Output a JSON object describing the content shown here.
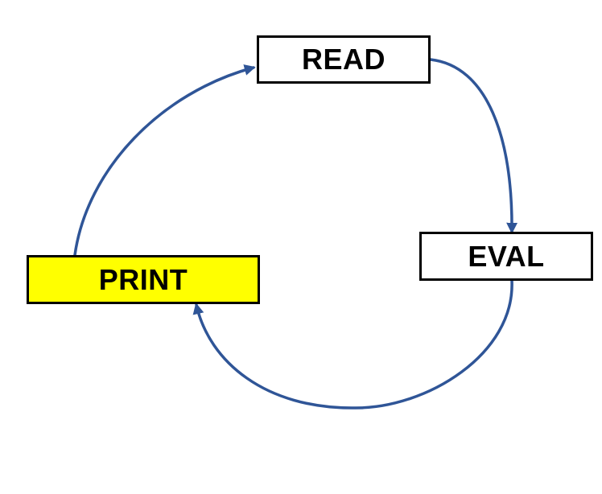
{
  "diagram": {
    "type": "cycle",
    "arrow_color": "#2f5597",
    "nodes": [
      {
        "id": "read",
        "label": "READ",
        "fill": "#ffffff"
      },
      {
        "id": "eval",
        "label": "EVAL",
        "fill": "#ffffff"
      },
      {
        "id": "print",
        "label": "PRINT",
        "fill": "#ffff00"
      }
    ],
    "edges": [
      {
        "from": "read",
        "to": "eval"
      },
      {
        "from": "eval",
        "to": "print"
      },
      {
        "from": "print",
        "to": "read"
      }
    ]
  }
}
